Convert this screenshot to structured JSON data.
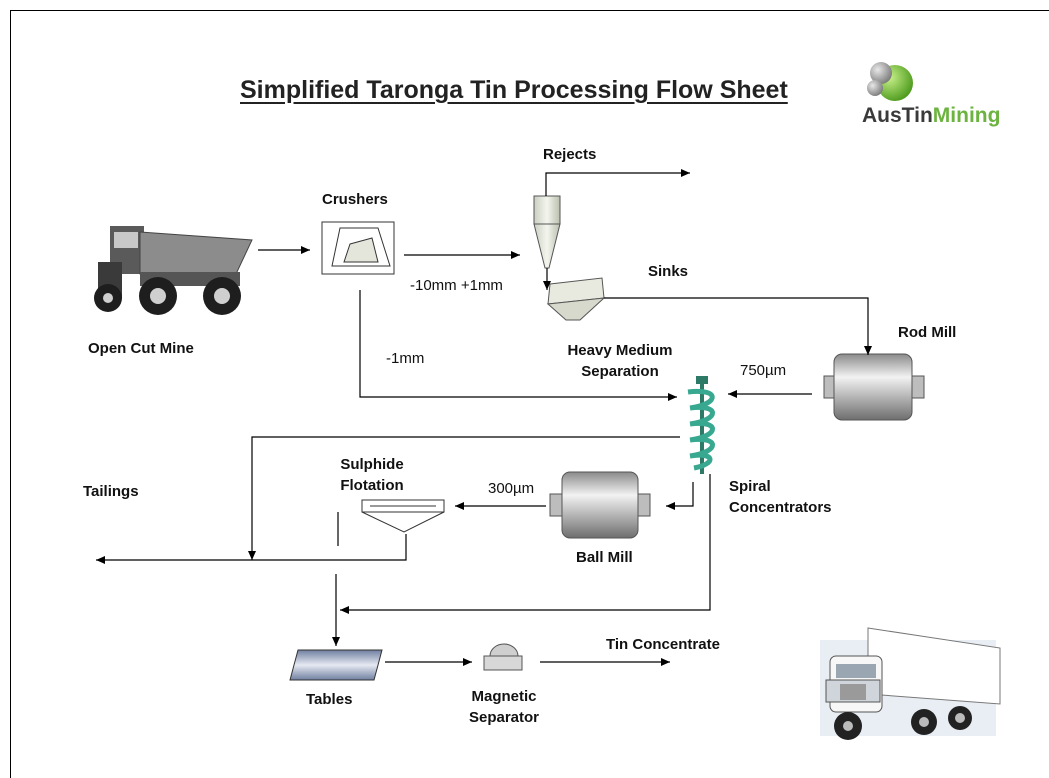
{
  "title": "Simplified Taronga Tin Processing Flow Sheet",
  "logo": {
    "part1": "AusTin",
    "part2": "Mining",
    "accent": "#6cb33f",
    "dark": "#3a3a3a"
  },
  "labels": {
    "open_cut_mine": "Open Cut Mine",
    "crushers": "Crushers",
    "rejects": "Rejects",
    "size_range": "-10mm +1mm",
    "sinks": "Sinks",
    "rod_mill": "Rod Mill",
    "minus_1mm": "-1mm",
    "hms_line1": "Heavy Medium",
    "hms_line2": "Separation",
    "size_750": "750µm",
    "sulphide_line1": "Sulphide",
    "sulphide_line2": "Flotation",
    "tailings": "Tailings",
    "size_300": "300µm",
    "spiral_line1": "Spiral",
    "spiral_line2": "Concentrators",
    "ball_mill": "Ball Mill",
    "tin_concentrate": "Tin Concentrate",
    "tables": "Tables",
    "mag_line1": "Magnetic",
    "mag_line2": "Separator"
  }
}
